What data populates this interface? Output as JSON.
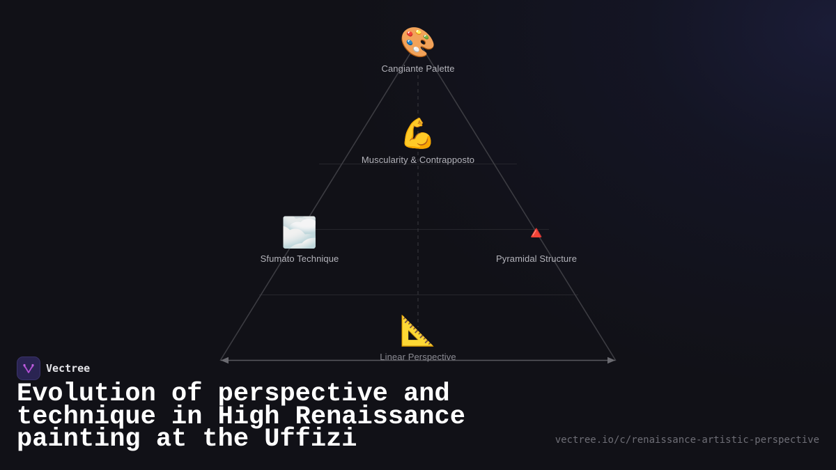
{
  "colors": {
    "background": "#111117",
    "glow": "#1c1e3c",
    "line": "#3c3c42",
    "label": "#b4b4bb",
    "title": "#ffffff",
    "url": "#6e6e76",
    "logo_bg": "#2a2452",
    "logo_glyph": "#b44fd6"
  },
  "diagram": {
    "type": "pyramid",
    "nodes": [
      {
        "id": "palette",
        "icon": "🎨",
        "icon_name": "artist-palette-icon",
        "label": "Cangiante Palette",
        "level": 1
      },
      {
        "id": "muscle",
        "icon": "💪",
        "icon_name": "flexed-biceps-icon",
        "label": "Muscularity & Contrapposto",
        "level": 2
      },
      {
        "id": "sfumato",
        "icon": "🌫️",
        "icon_name": "fog-icon",
        "label": "Sfumato Technique",
        "level": 3
      },
      {
        "id": "pyramid",
        "icon": "🔺",
        "icon_name": "red-triangle-icon",
        "label": "Pyramidal Structure",
        "level": 3
      },
      {
        "id": "linear",
        "icon": "📐",
        "icon_name": "triangular-ruler-icon",
        "label": "Linear Perspective",
        "level": 4
      }
    ]
  },
  "brand": {
    "name": "Vectree",
    "logo_icon": "vectree-logo-icon"
  },
  "title": "Evolution of perspective and technique in High Renaissance painting at the Uffizi",
  "title_lines": [
    "Evolution of perspective and",
    "technique in High Renaissance",
    "painting at the Uffizi"
  ],
  "url": "vectree.io/c/renaissance-artistic-perspective"
}
